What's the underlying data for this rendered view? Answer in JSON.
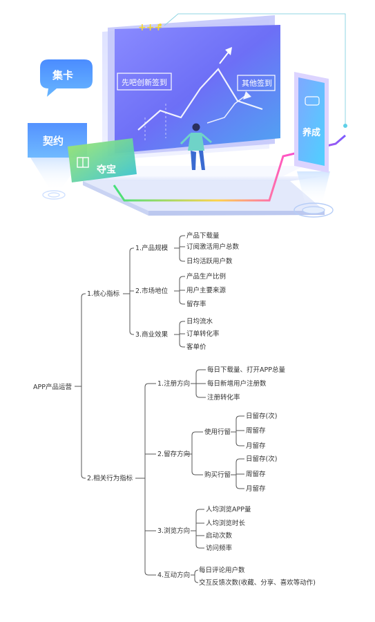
{
  "hero": {
    "screen_label_left": "先吧创新签到",
    "screen_label_right": "其他签到",
    "bubble_collect": "集卡",
    "card_contract": "契约",
    "card_treasure": "夺宝",
    "phone_label": "养成"
  },
  "tree": {
    "root": "APP产品运营",
    "branches": [
      {
        "label": "1.核心指标",
        "children": [
          {
            "label": "1.产品规模",
            "children": [
              {
                "label": "产品下载量"
              },
              {
                "label": "订阅激活用户总数"
              },
              {
                "label": "日均活跃用户数"
              }
            ]
          },
          {
            "label": "2.市场地位",
            "children": [
              {
                "label": "产品生产比例"
              },
              {
                "label": "用户主要来源"
              },
              {
                "label": "留存率"
              }
            ]
          },
          {
            "label": "3.商业效果",
            "children": [
              {
                "label": "日均流水"
              },
              {
                "label": "订单转化率"
              },
              {
                "label": "客单价"
              }
            ]
          }
        ]
      },
      {
        "label": "2.相关行为指标",
        "children": [
          {
            "label": "1.注册方向",
            "children": [
              {
                "label": "每日下载量、打开APP总量"
              },
              {
                "label": "每日新增用户注册数"
              },
              {
                "label": "注册转化率"
              }
            ]
          },
          {
            "label": "2.留存方向",
            "children": [
              {
                "label": "使用行留",
                "children": [
                  {
                    "label": "日留存(次)"
                  },
                  {
                    "label": "周留存"
                  },
                  {
                    "label": "月留存"
                  }
                ]
              },
              {
                "label": "购买行留",
                "children": [
                  {
                    "label": "日留存(次)"
                  },
                  {
                    "label": "周留存"
                  },
                  {
                    "label": "月留存"
                  }
                ]
              }
            ]
          },
          {
            "label": "3.浏览方向",
            "children": [
              {
                "label": "人均浏览APP量"
              },
              {
                "label": "人均浏览时长"
              },
              {
                "label": "启动次数"
              },
              {
                "label": "访问频率"
              }
            ]
          },
          {
            "label": "4.互动方向",
            "children": [
              {
                "label": "每日评论用户数"
              },
              {
                "label": "交互反馈次数(收藏、分享、喜欢等动作)"
              }
            ]
          }
        ]
      }
    ]
  }
}
